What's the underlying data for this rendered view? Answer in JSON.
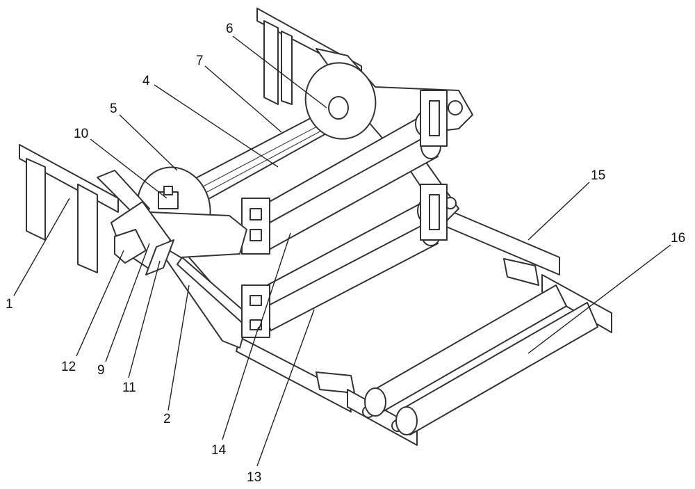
{
  "labels": [
    {
      "id": "1",
      "text": "1"
    },
    {
      "id": "2",
      "text": "2"
    },
    {
      "id": "4",
      "text": "4"
    },
    {
      "id": "5",
      "text": "5"
    },
    {
      "id": "6",
      "text": "6"
    },
    {
      "id": "7",
      "text": "7"
    },
    {
      "id": "9",
      "text": "9"
    },
    {
      "id": "10",
      "text": "10"
    },
    {
      "id": "11",
      "text": "11"
    },
    {
      "id": "12",
      "text": "12"
    },
    {
      "id": "13",
      "text": "13"
    },
    {
      "id": "14",
      "text": "14"
    },
    {
      "id": "15",
      "text": "15"
    },
    {
      "id": "16",
      "text": "16"
    }
  ]
}
